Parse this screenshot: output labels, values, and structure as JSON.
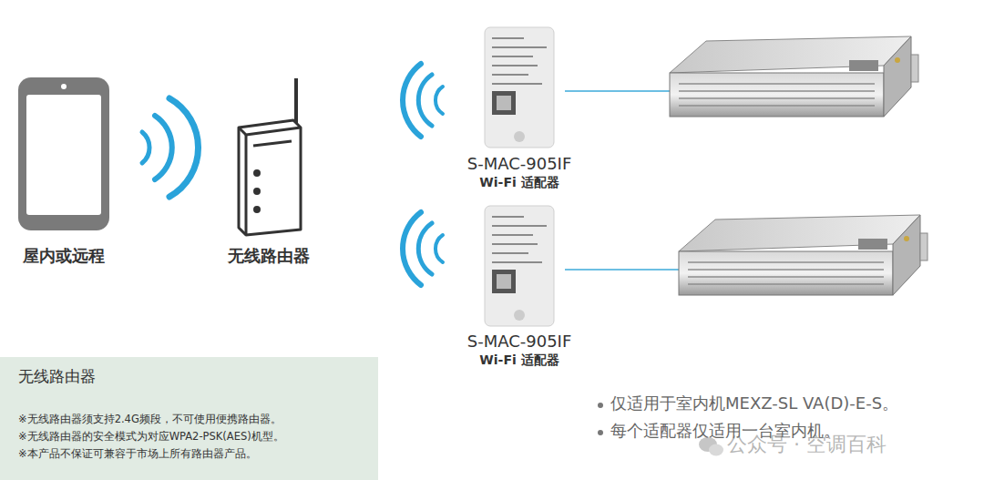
{
  "diagram": {
    "nodes": [
      {
        "text": [
          "屋内或远程"
        ]
      },
      {
        "text": [
          "无线路由器"
        ]
      },
      {
        "text": [
          "S-MAC-905IF",
          "Wi-Fi 适配器"
        ]
      },
      {
        "text": [
          "S-MAC-905IF",
          "Wi-Fi 适配器"
        ]
      },
      {
        "text": [
          "无线路由器",
          "※无线路由器须支持2.4G频段，不可使用便携路由器。",
          "※无线路由器的安全模式为对应WPA2-PSK(AES)机型。",
          "※本产品不保证可兼容于市场上所有路由器产品。"
        ]
      }
    ],
    "labels": [
      "仅适用于室内机MEXZ-SL VA(D)-E-S。",
      "每个适配器仅适用一台室内机。",
      "公众号 · 空调百科"
    ]
  }
}
